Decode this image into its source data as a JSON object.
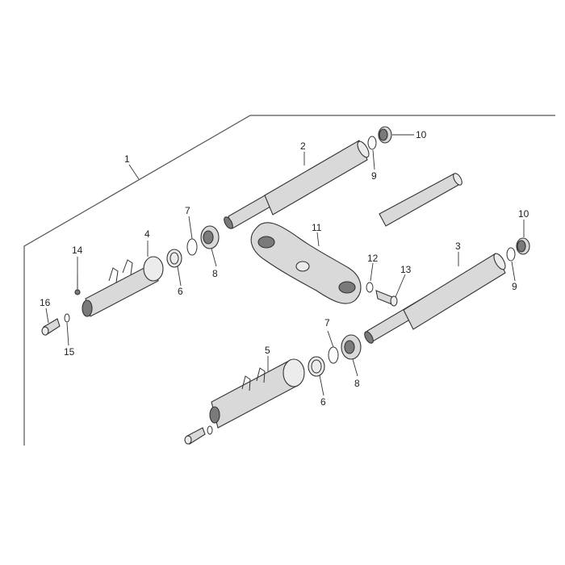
{
  "diagram": {
    "callouts": {
      "c1": "1",
      "c2": "2",
      "c3": "3",
      "c4": "4",
      "c5": "5",
      "c6a": "6",
      "c6b": "6",
      "c7a": "7",
      "c7b": "7",
      "c8a": "8",
      "c8b": "8",
      "c9a": "9",
      "c9b": "9",
      "c10a": "10",
      "c10b": "10",
      "c11": "11",
      "c12": "12",
      "c13": "13",
      "c14": "14",
      "c15": "15",
      "c16": "16"
    }
  }
}
